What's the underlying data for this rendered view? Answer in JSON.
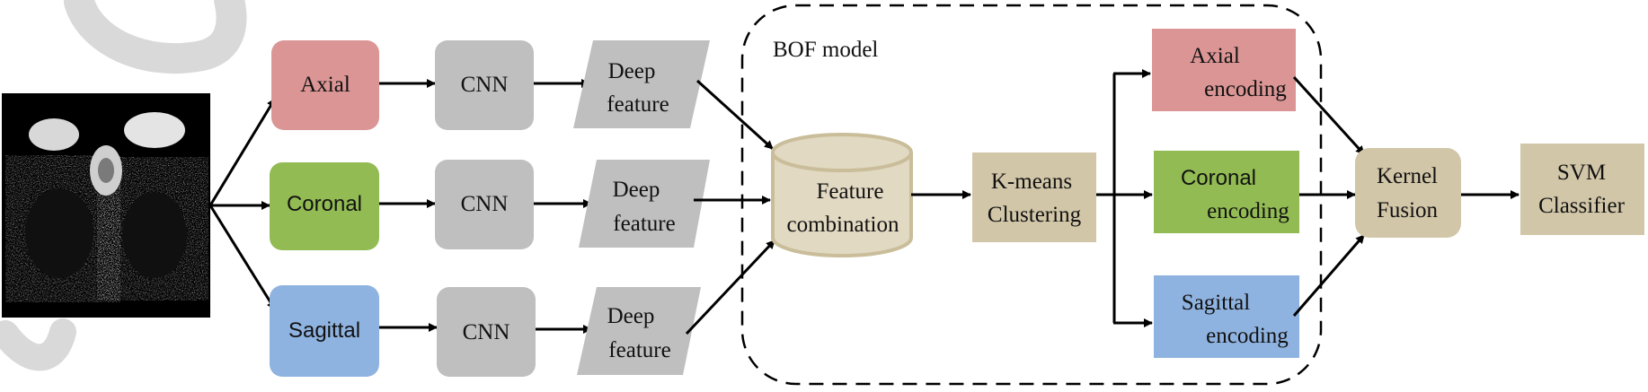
{
  "colors": {
    "axial": "#db9595",
    "coronal": "#92bb53",
    "sagittal": "#8fb3e0",
    "cnn": "#bfbfbf",
    "tan": "#d2c6a8",
    "db_fill": "#e2d9c2",
    "db_stroke": "#c9bd9a",
    "arrow": "#000000",
    "watermark": "#d9d9d9"
  },
  "input": {
    "image": "breast-mri-scan-image"
  },
  "views": [
    {
      "label": "Axial",
      "cnn": "CNN",
      "feature": [
        "Deep",
        "feature"
      ]
    },
    {
      "label": "Coronal",
      "cnn": "CNN",
      "feature": [
        "Deep",
        "feature"
      ]
    },
    {
      "label": "Sagittal",
      "cnn": "CNN",
      "feature": [
        "Deep",
        "feature"
      ]
    }
  ],
  "bof": {
    "title": "BOF model",
    "combination": [
      "Feature",
      "combination"
    ],
    "clustering": [
      "K-means",
      "Clustering"
    ],
    "encodings": [
      [
        "Axial",
        "encoding"
      ],
      [
        "Coronal",
        "encoding"
      ],
      [
        "Sagittal",
        "encoding"
      ]
    ]
  },
  "fusion": [
    "Kernel",
    "Fusion"
  ],
  "classifier": [
    "SVM",
    "Classifier"
  ]
}
